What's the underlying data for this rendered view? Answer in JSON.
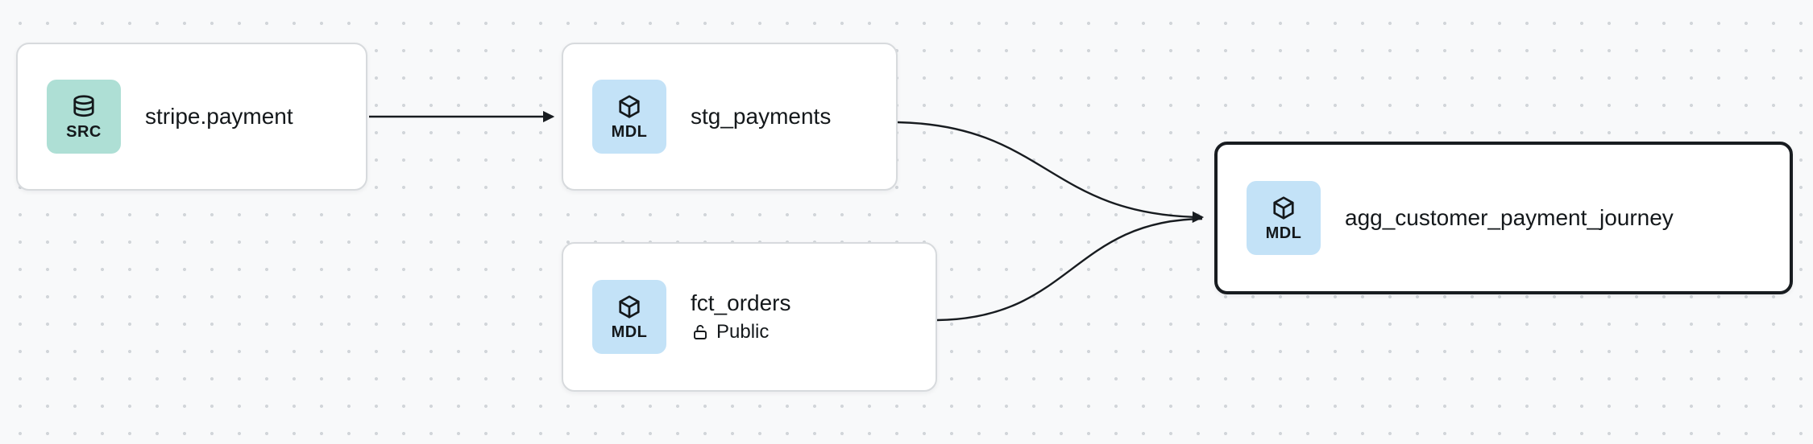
{
  "canvas": {
    "background_color": "#f8f9fa",
    "dot_color": "#d2d6da"
  },
  "colors": {
    "src_badge_bg": "#aedfd5",
    "mdl_badge_bg": "#c3e2f7",
    "node_border": "#d7dadd",
    "selected_node_border": "#181c20",
    "edge": "#181c20",
    "text": "#14181b"
  },
  "nodes": [
    {
      "id": "stripe_payment",
      "title": "stripe.payment",
      "badge": {
        "label": "SRC",
        "icon": "database-icon",
        "bg": "#aedfd5"
      },
      "selected": false
    },
    {
      "id": "stg_payments",
      "title": "stg_payments",
      "badge": {
        "label": "MDL",
        "icon": "cube-icon",
        "bg": "#c3e2f7"
      },
      "selected": false
    },
    {
      "id": "fct_orders",
      "title": "fct_orders",
      "subtitle": "Public",
      "subtitle_icon": "unlock-icon",
      "badge": {
        "label": "MDL",
        "icon": "cube-icon",
        "bg": "#c3e2f7"
      },
      "selected": false
    },
    {
      "id": "agg_customer_payment_journey",
      "title": "agg_customer_payment_journey",
      "badge": {
        "label": "MDL",
        "icon": "cube-icon",
        "bg": "#c3e2f7"
      },
      "selected": true
    }
  ],
  "edges": [
    {
      "from": "stripe_payment",
      "to": "stg_payments"
    },
    {
      "from": "stg_payments",
      "to": "agg_customer_payment_journey"
    },
    {
      "from": "fct_orders",
      "to": "agg_customer_payment_journey"
    }
  ]
}
